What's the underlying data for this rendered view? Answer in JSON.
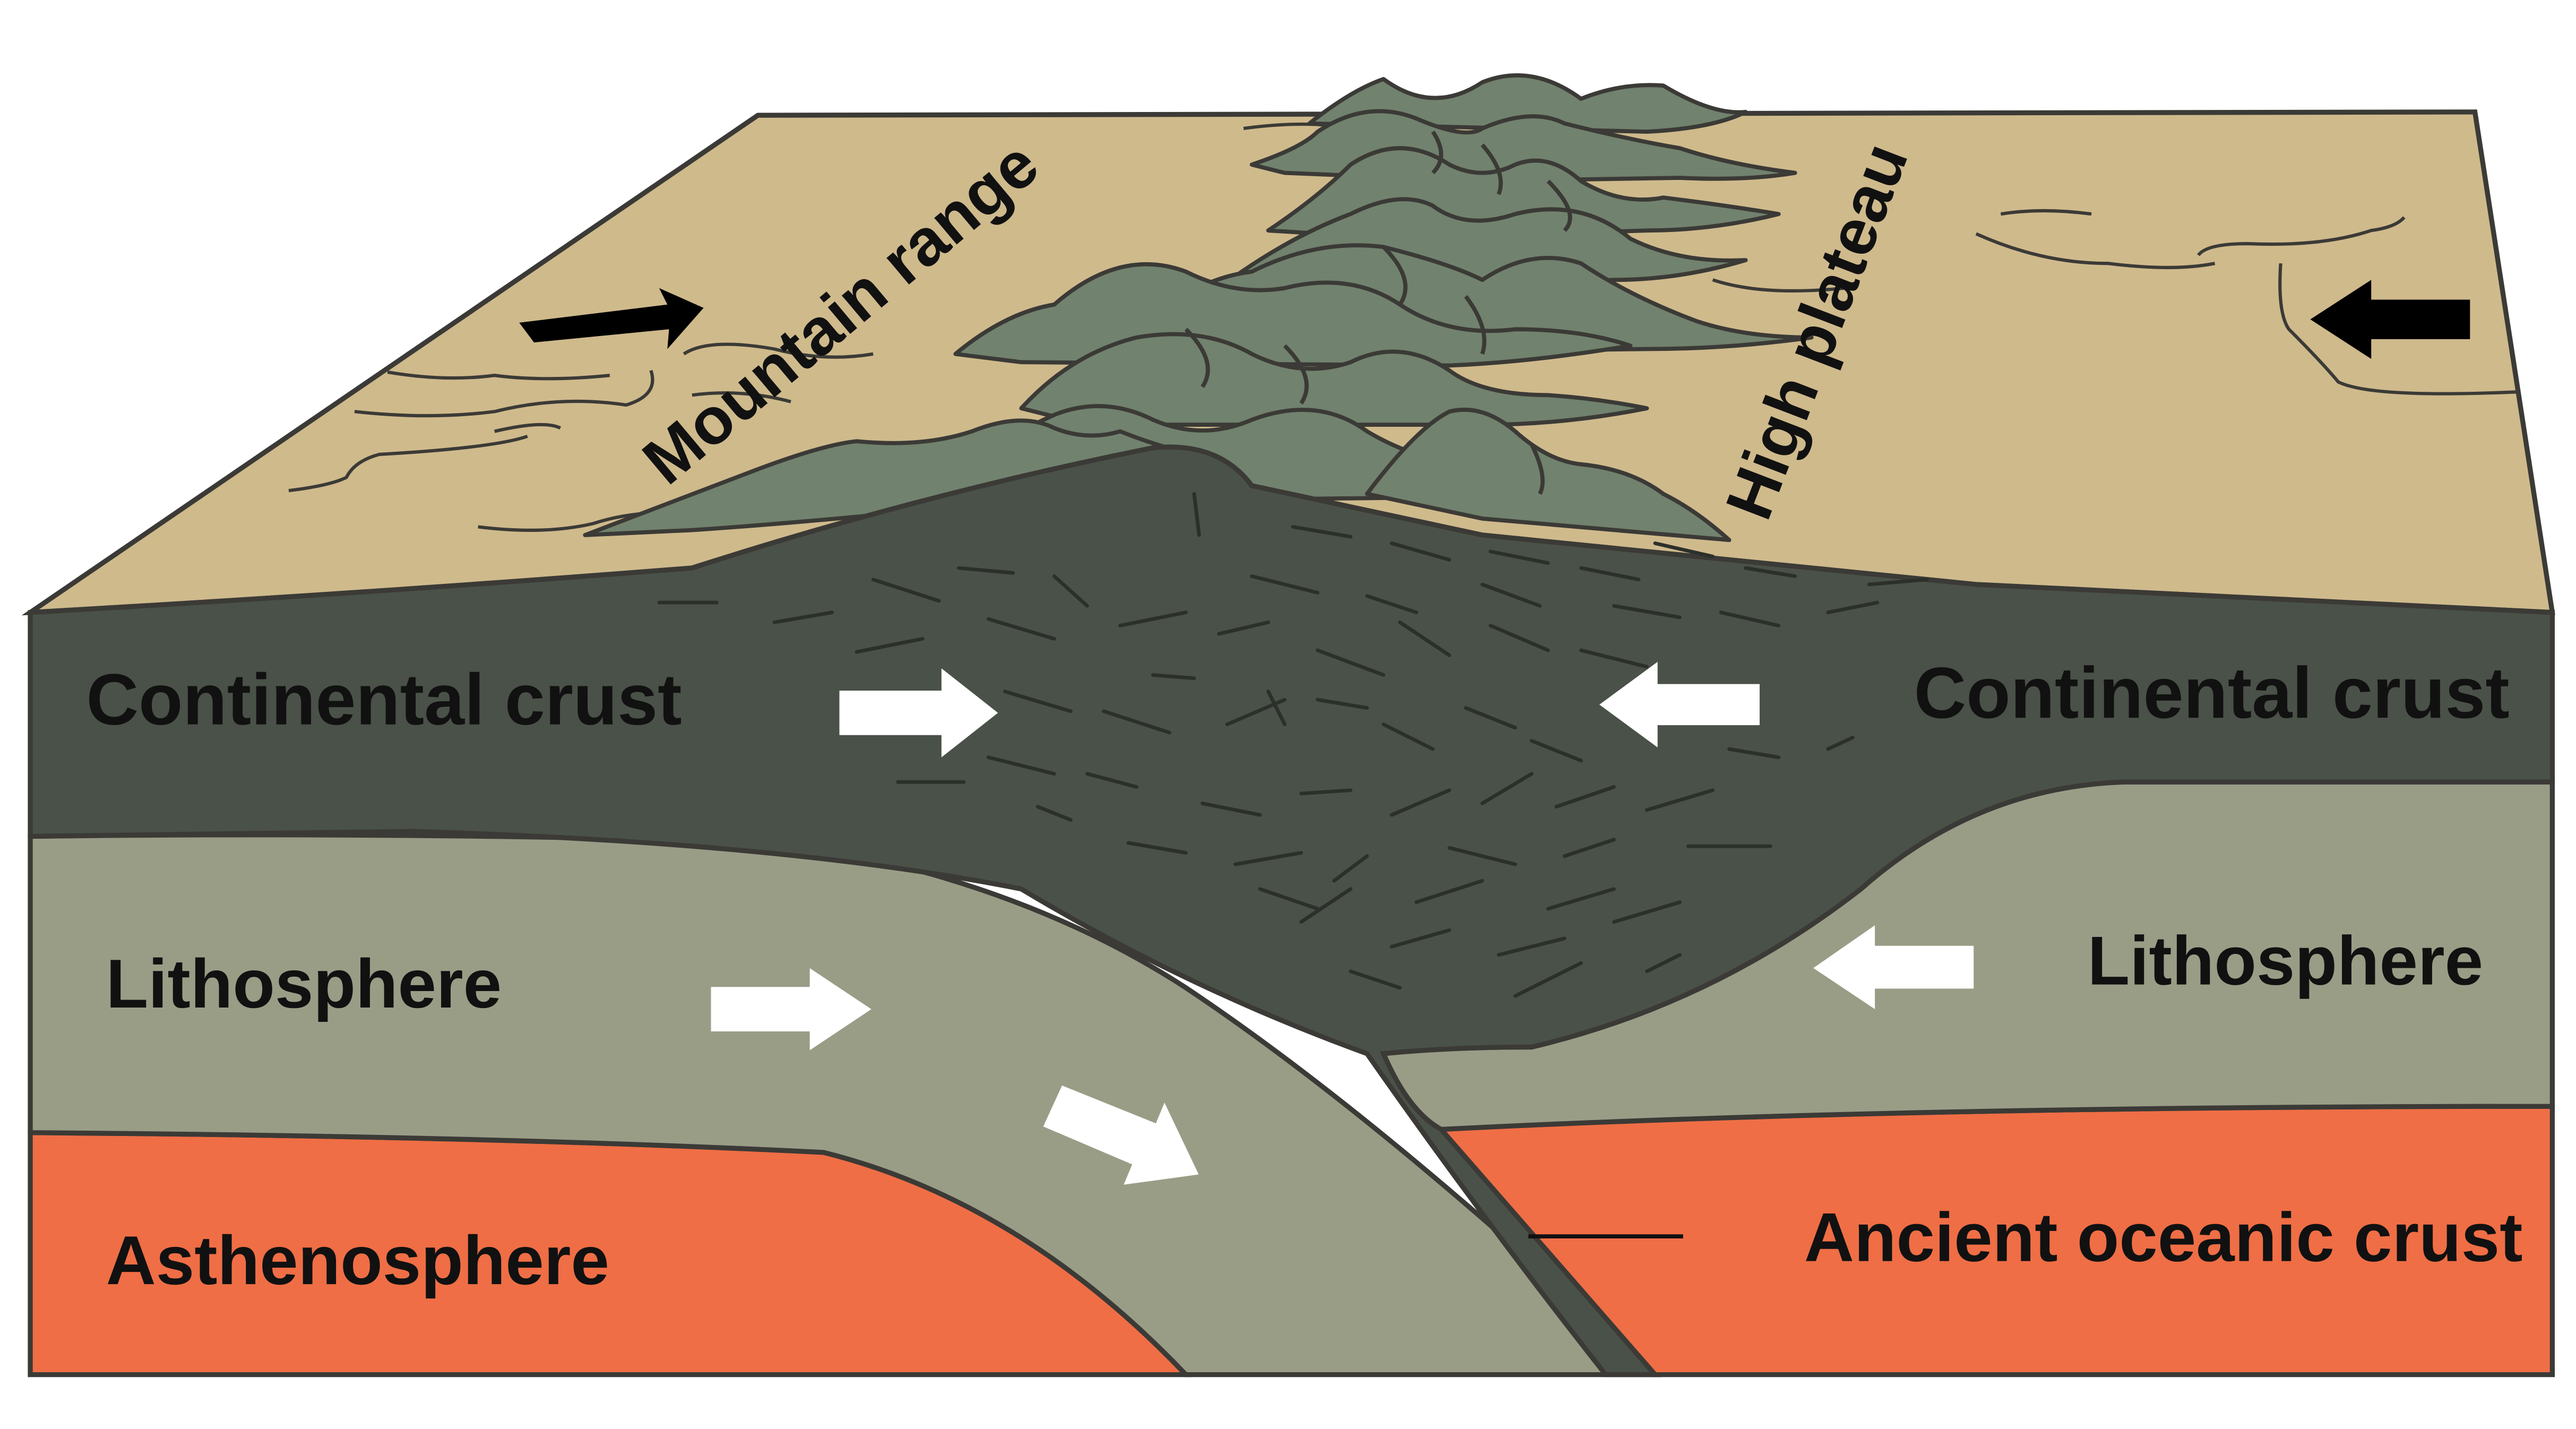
{
  "labels": {
    "mountain_range": "Mountain range",
    "high_plateau": "High plateau",
    "continental_crust_left": "Continental crust",
    "continental_crust_right": "Continental crust",
    "lithosphere_left": "Lithosphere",
    "lithosphere_right": "Lithosphere",
    "asthenosphere": "Asthenosphere",
    "ancient_oceanic_crust": "Ancient oceanic crust"
  },
  "colors": {
    "surface": "#CFBA8C",
    "mountains": "#71826E",
    "continental_crust": "#4A5148",
    "lithosphere": "#9A9D86",
    "asthenosphere": "#EF6E45",
    "outline": "#3B3A36",
    "arrow_black": "#000000",
    "arrow_white": "#FFFFFF"
  },
  "arrows": {
    "surface": [
      "push-right",
      "push-left"
    ],
    "crust": [
      "push-right",
      "push-left"
    ],
    "lithosphere": [
      "push-right",
      "push-left",
      "subduct-down-right"
    ]
  }
}
